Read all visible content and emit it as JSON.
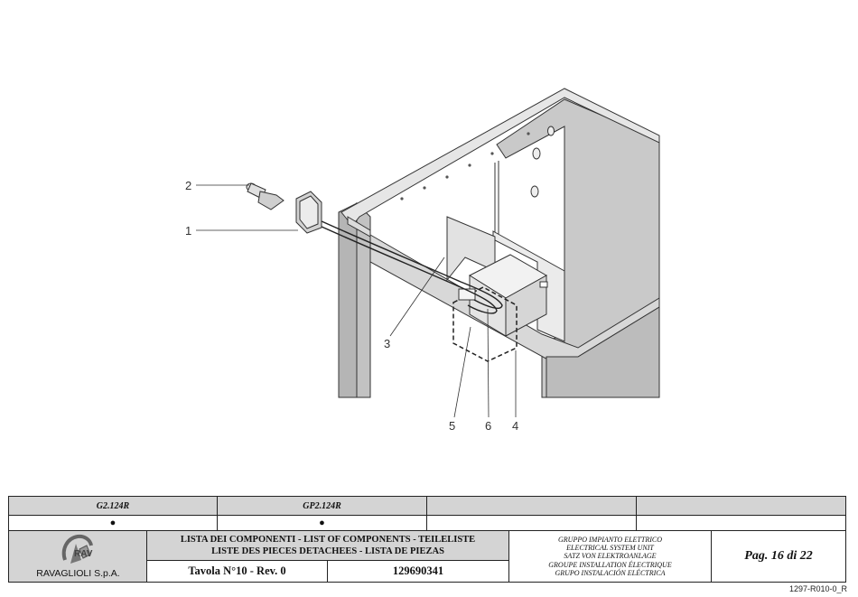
{
  "drawing": {
    "callouts": [
      {
        "id": "1",
        "label": "1"
      },
      {
        "id": "2",
        "label": "2"
      },
      {
        "id": "3",
        "label": "3"
      },
      {
        "id": "4",
        "label": "4"
      },
      {
        "id": "5",
        "label": "5"
      },
      {
        "id": "6",
        "label": "6"
      }
    ]
  },
  "title_block": {
    "models": [
      {
        "name": "G2.124R",
        "mark": "●"
      },
      {
        "name": "GP2.124R",
        "mark": "●"
      },
      {
        "name": "",
        "mark": ""
      },
      {
        "name": "",
        "mark": ""
      }
    ],
    "company": "RAVAGLIOLI S.p.A.",
    "logo_text": "RAV",
    "list_title_line1": "LISTA DEI COMPONENTI - LIST OF COMPONENTS - TEILELISTE",
    "list_title_line2": "LISTE DES PIECES DETACHEES - LISTA DE PIEZAS",
    "tavola": "Tavola N°10 - Rev. 0",
    "code": "129690341",
    "group_lines": [
      "GRUPPO IMPIANTO ELETTRICO",
      "ELECTRICAL SYSTEM UNIT",
      "SATZ VON ELEKTROANLAGE",
      "GROUPE INSTALLATION ÉLECTRIQUE",
      "GRUPO INSTALACIÓN ELÉCTRICA"
    ],
    "page": "Pag. 16 di 22"
  },
  "drawing_ref": "1297-R010-0_R",
  "colors": {
    "header_fill": "#d4d4d4",
    "line": "#222222",
    "panel": "#c8c8c8"
  }
}
